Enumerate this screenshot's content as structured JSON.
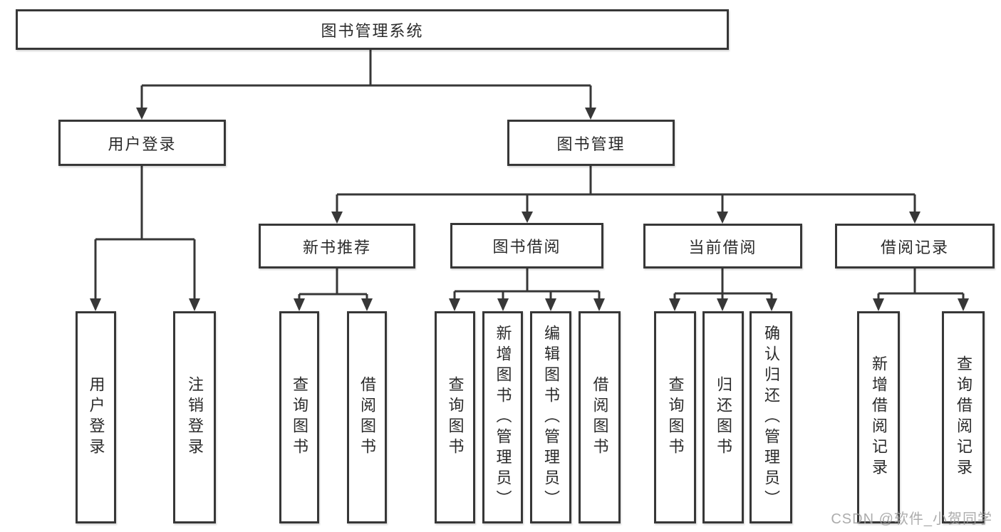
{
  "diagram": {
    "type": "function-structure-tree",
    "watermark": "CSDN @软件_小贺同学",
    "colors": {
      "line": "#373737",
      "box_border": "#373737",
      "text": "#2b2b2b",
      "watermark": "#9e9e9e",
      "background": "#ffffff"
    },
    "nodes": {
      "root": {
        "label": "图书管理系统"
      },
      "user_login": {
        "label": "用户登录"
      },
      "book_management": {
        "label": "图书管理"
      },
      "new_book_recommend": {
        "label": "新书推荐"
      },
      "book_borrow": {
        "label": "图书借阅"
      },
      "current_borrow": {
        "label": "当前借阅"
      },
      "borrow_records": {
        "label": "借阅记录"
      },
      "leaf_user_login": {
        "label": "用户登录"
      },
      "leaf_logout": {
        "label": "注销登录"
      },
      "leaf_nb_query_books": {
        "label": "查询图书"
      },
      "leaf_nb_borrow_books": {
        "label": "借阅图书"
      },
      "leaf_bb_query_books": {
        "label": "查询图书"
      },
      "leaf_bb_add_books_admin": {
        "label": "新增图书（管理员）"
      },
      "leaf_bb_edit_books_admin": {
        "label": "编辑图书（管理员）"
      },
      "leaf_bb_borrow_books": {
        "label": "借阅图书"
      },
      "leaf_cb_query_books": {
        "label": "查询图书"
      },
      "leaf_cb_return_books": {
        "label": "归还图书"
      },
      "leaf_cb_confirm_return_admin": {
        "label": "确认归还（管理员）"
      },
      "leaf_br_add_record": {
        "label": "新增借阅记录"
      },
      "leaf_br_query_record": {
        "label": "查询借阅记录"
      }
    },
    "hierarchy": {
      "图书管理系统": {
        "用户登录": [
          "用户登录",
          "注销登录"
        ],
        "图书管理": {
          "新书推荐": [
            "查询图书",
            "借阅图书"
          ],
          "图书借阅": [
            "查询图书",
            "新增图书（管理员）",
            "编辑图书（管理员）",
            "借阅图书"
          ],
          "当前借阅": [
            "查询图书",
            "归还图书",
            "确认归还（管理员）"
          ],
          "借阅记录": [
            "新增借阅记录",
            "查询借阅记录"
          ]
        }
      }
    }
  }
}
